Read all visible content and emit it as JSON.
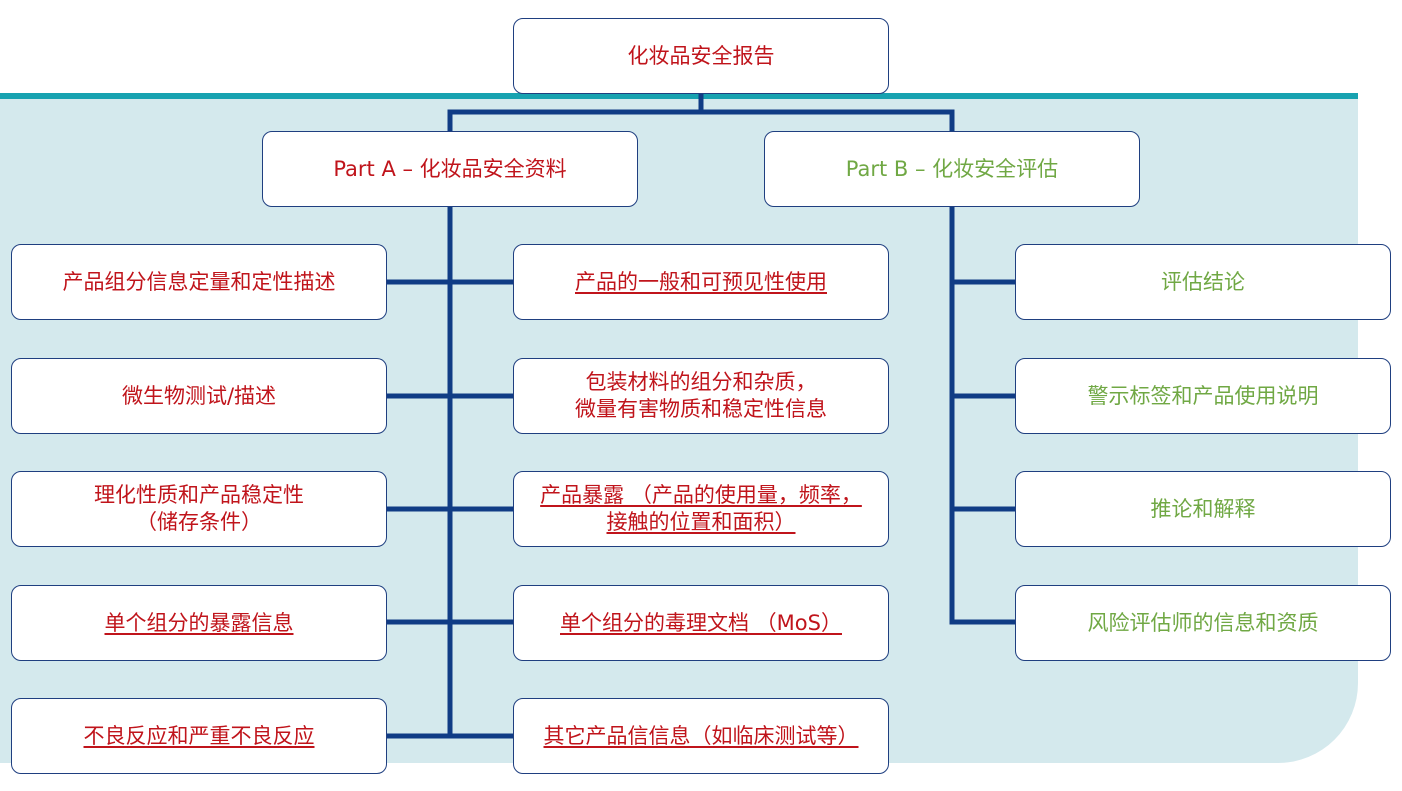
{
  "colors": {
    "panel": "#d4e9ed",
    "rule": "#17a2b0",
    "connector": "#103c85",
    "red_text": "#c0141b",
    "green_text": "#70a844"
  },
  "root": {
    "label": "化妆品安全报告"
  },
  "part_a": {
    "label": "Part A  –  化妆品安全资料",
    "left_items": [
      "产品组分信息定量和定性描述",
      "微生物测试/描述",
      "理化性质和产品稳定性\n（储存条件）",
      "单个组分的暴露信息",
      "不良反应和严重不良反应"
    ],
    "right_items": [
      "产品的一般和可预见性使用",
      "包装材料的组分和杂质，\n微量有害物质和稳定性信息",
      "产品暴露 （产品的使用量，频率，\n接触的位置和面积）",
      "单个组分的毒理文档 （MoS）",
      "其它产品信信息（如临床测试等）"
    ]
  },
  "part_b": {
    "label": "Part B  –  化妆安全评估",
    "items": [
      "评估结论",
      "警示标签和产品使用说明",
      "推论和解释",
      "风险评估师的信息和资质"
    ]
  }
}
